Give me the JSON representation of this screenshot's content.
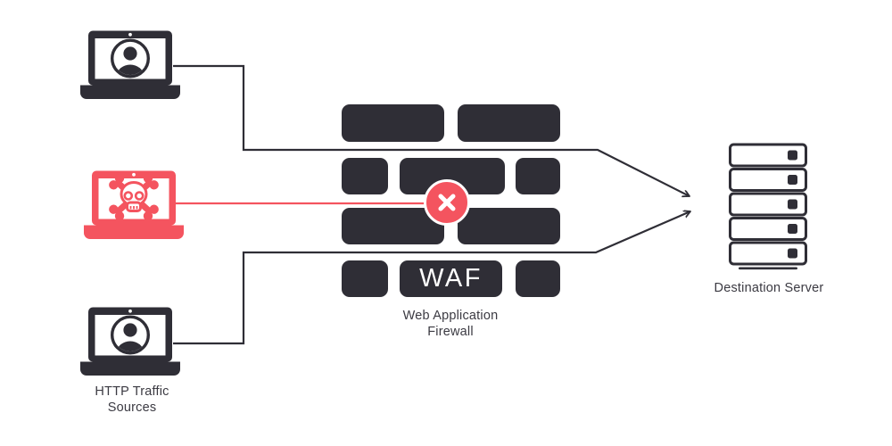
{
  "colors": {
    "dark": "#2f2e36",
    "danger": "#f4545f",
    "text": "#3b3a42"
  },
  "sources": {
    "label": "HTTP Traffic\nSources",
    "items": [
      {
        "id": "source-top",
        "type": "benign-user",
        "icon": "user-icon"
      },
      {
        "id": "source-middle",
        "type": "malicious",
        "icon": "skull-crossbones-icon"
      },
      {
        "id": "source-bottom",
        "type": "benign-user",
        "icon": "user-icon"
      }
    ]
  },
  "firewall": {
    "brick_label": "WAF",
    "label": "Web Application\nFirewall"
  },
  "server": {
    "label": "Destination Server",
    "units": 5
  },
  "blocked": {
    "icon": "x-circle-icon"
  }
}
